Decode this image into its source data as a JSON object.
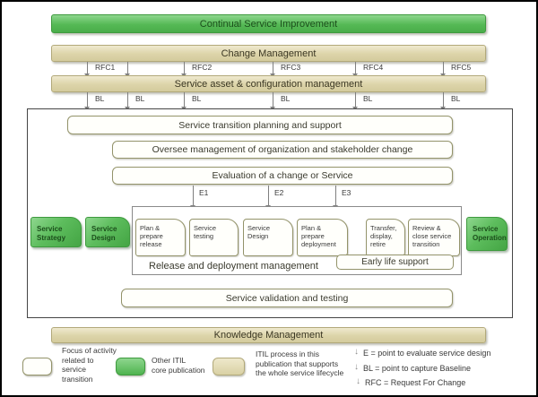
{
  "title_bars": {
    "csi": "Continual Service Improvement",
    "change_management": "Change Management",
    "sacm": "Service asset & configuration management",
    "knowledge_management": "Knowledge Management"
  },
  "rfc_labels": [
    "RFC1",
    "RFC2",
    "RFC3",
    "RFC4",
    "RFC5"
  ],
  "bl_label": "BL",
  "e_labels": [
    "E1",
    "E2",
    "E3"
  ],
  "transition_box": {
    "planning": "Service transition planning and support",
    "oversee": "Oversee management of organization and stakeholder change",
    "evaluation": "Evaluation of a change or Service",
    "validation": "Service validation and testing"
  },
  "lifecycle_boxes": {
    "service_strategy": "Service Strategy",
    "service_design": "Service Design",
    "service_operation": "Service Operation"
  },
  "release_management": {
    "label": "Release and deployment management",
    "early_life_support": "Early life support",
    "processes": [
      "Plan & prepare release",
      "Service testing",
      "Service Design",
      "Plan & prepare deployment",
      "Transfer, display, retire",
      "Review & close service transition"
    ]
  },
  "legend": {
    "white_swatch": "Focus of activity\nrelated to\nservice\ntransition",
    "green_swatch": "Other ITIL\ncore publication",
    "tan_swatch": "ITIL process in this\npublication that supports\nthe whole service lifecycle",
    "arrow_notes": [
      "E = point to evaluate service design",
      "BL = point to capture Baseline",
      "RFC = Request For Change"
    ]
  },
  "colors": {
    "green_fill": "#5abd5a",
    "green_border": "#3e9a3e",
    "tan_fill": "#dcd4a9",
    "tan_border": "#b2a97a",
    "olive_box_border": "#93936a",
    "arrow_gray": "#7f7f7f"
  }
}
